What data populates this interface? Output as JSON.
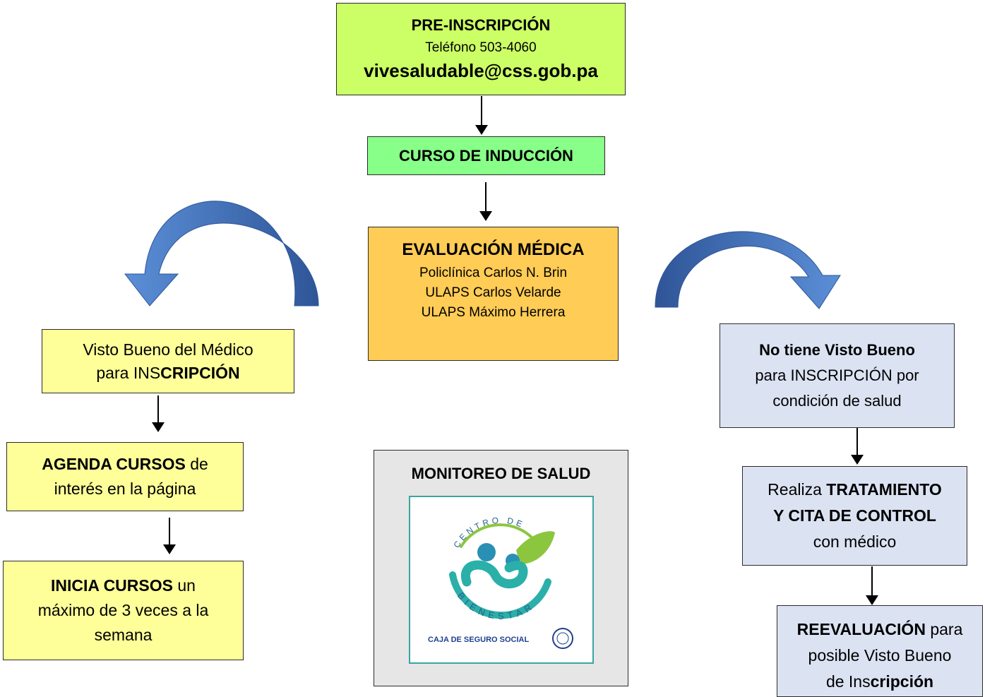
{
  "pre": {
    "title": "PRE-INSCRIPCIÓN",
    "phone": "Teléfono 503-4060",
    "email": "vivesaludable@css.gob.pa"
  },
  "induccion": {
    "title": "CURSO DE INDUCCIÓN"
  },
  "evaluacion": {
    "title": "EVALUACIÓN MÉDICA",
    "line1": "Policlínica Carlos N. Brin",
    "line2": "ULAPS Carlos Velarde",
    "line3": "ULAPS Máximo Herrera"
  },
  "visto_bueno": {
    "line1": "Visto Bueno del Médico",
    "line2_prefix": "para INS",
    "line2_bold": "CRIPCIÓN"
  },
  "agenda": {
    "bold": "AGENDA CURSOS",
    "rest": " de",
    "line2": "interés en la página"
  },
  "inicia": {
    "bold": "INICIA CURSOS",
    "rest": " un",
    "line2": "máximo de 3 veces a la",
    "line3": "semana"
  },
  "monitoreo": {
    "title": "MONITOREO DE SALUD",
    "logo_top_text": "CENTRO DE",
    "logo_bottom_text": "BIENESTAR",
    "logo_footer": "CAJA DE SEGURO SOCIAL"
  },
  "no_visto": {
    "bold": "No tiene Visto Bueno",
    "line2": "para INSCRIPCIÓN por",
    "line3": "condición de salud"
  },
  "tratamiento": {
    "prefix": "Realiza ",
    "bold1": "TRATAMIENTO",
    "bold2": "Y CITA DE CONTROL",
    "line3": "con médico"
  },
  "reevaluacion": {
    "bold": "REEVALUACIÓN",
    "rest": " para",
    "line2": "posible Visto Bueno",
    "line3_prefix": "de Ins",
    "line3_bold": "cripción"
  },
  "colors": {
    "green_light": "#ccff66",
    "green": "#88ff88",
    "orange": "#ffcc55",
    "yellow": "#ffff99",
    "gray": "#e6e6e6",
    "blue_light": "#dbe3f3",
    "curve_blue": "#4472c4"
  }
}
